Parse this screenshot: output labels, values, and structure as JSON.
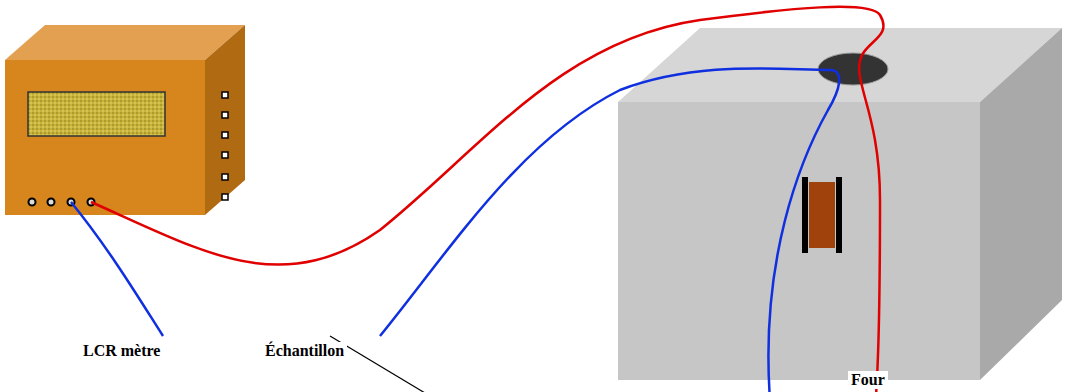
{
  "diagram": {
    "nodes": [
      {
        "text": [
          "LCR mètre"
        ]
      },
      {
        "text": [
          "Four"
        ]
      }
    ],
    "labels": [
      "Échantillon"
    ]
  }
}
